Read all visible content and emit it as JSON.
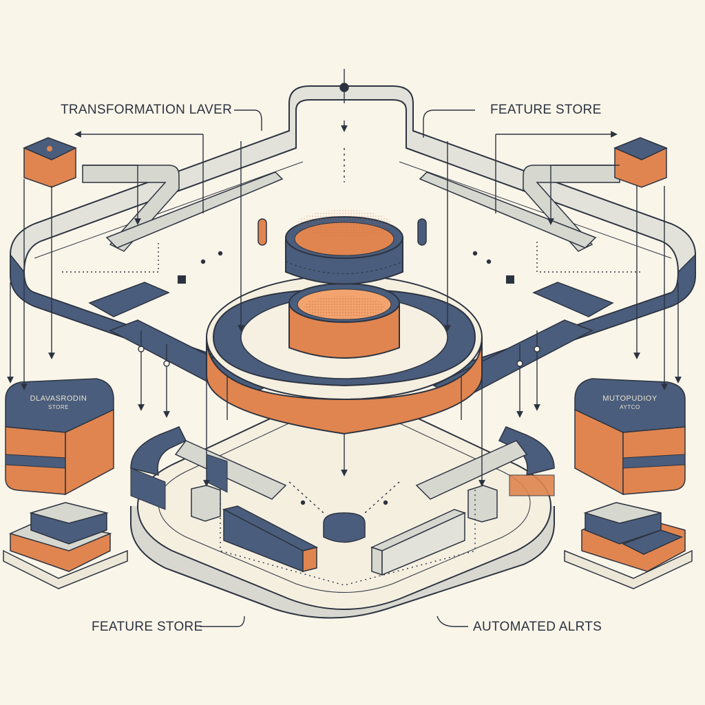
{
  "labels": {
    "top_left": "TRANSFORMATION LAVER",
    "top_right": "FEATURE STORE",
    "bottom_left": "FEATURE STORE",
    "bottom_right": "AUTOMATED ALRTS"
  },
  "cards": {
    "left_line1": "DLAVASRODIN",
    "left_line2": "STORE",
    "right_line1": "MUTOPUDIOY",
    "right_line2": "AYTCO"
  },
  "colors": {
    "background": "#faf5e9",
    "navy": "#4a5d7c",
    "orange": "#e08550",
    "grey": "#d6d7cf",
    "ink": "#2c3340"
  }
}
